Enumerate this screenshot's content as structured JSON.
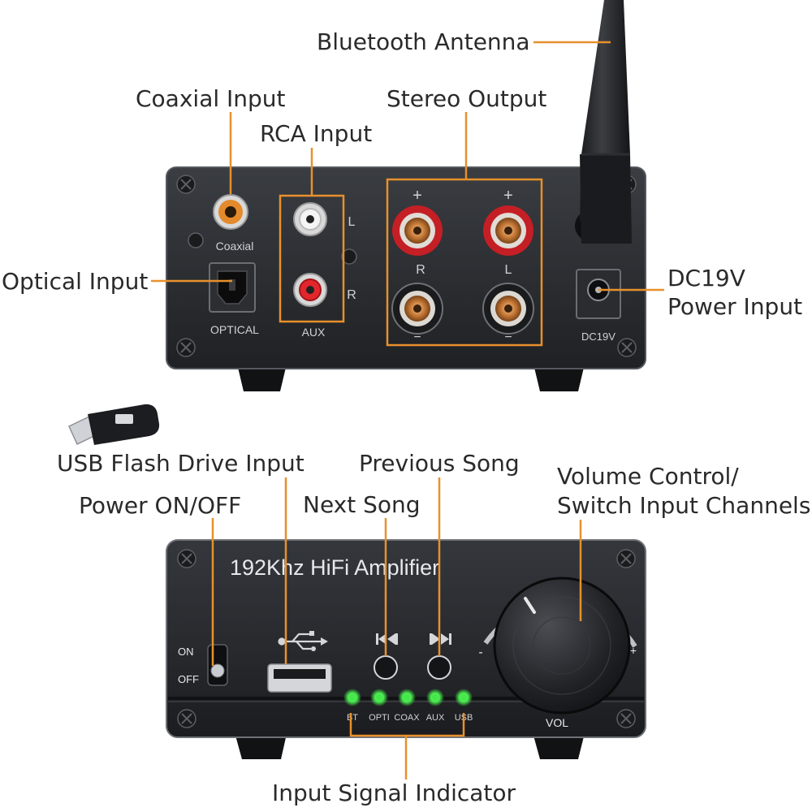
{
  "callout_color": "#e8902c",
  "labels": {
    "bluetooth_antenna": "Bluetooth Antenna",
    "coaxial_input": "Coaxial Input",
    "rca_input": "RCA Input",
    "stereo_output": "Stereo Output",
    "optical_input": "Optical Input",
    "dc_power_line1": "DC19V",
    "dc_power_line2": "Power Input",
    "usb_flash_drive_input": "USB Flash Drive Input",
    "previous_song": "Previous Song",
    "volume_control_line1": "Volume Control/",
    "volume_control_line2": "Switch Input Channels",
    "power_on_off": "Power ON/OFF",
    "next_song": "Next Song",
    "input_signal_indicator": "Input Signal Indicator"
  },
  "back_panel": {
    "coaxial": "Coaxial",
    "optical": "OPTICAL",
    "aux": "AUX",
    "left": "L",
    "right": "R",
    "plus": "+",
    "minus": "−",
    "dc": "DC19V"
  },
  "front_panel": {
    "title": "192Khz HiFi Amplifier",
    "on": "ON",
    "off": "OFF",
    "vol": "VOL",
    "minus": "-",
    "plus": "+",
    "indicators": [
      "BT",
      "OPTI",
      "COAX",
      "AUX",
      "USB"
    ],
    "led_color": "#45e84a"
  }
}
